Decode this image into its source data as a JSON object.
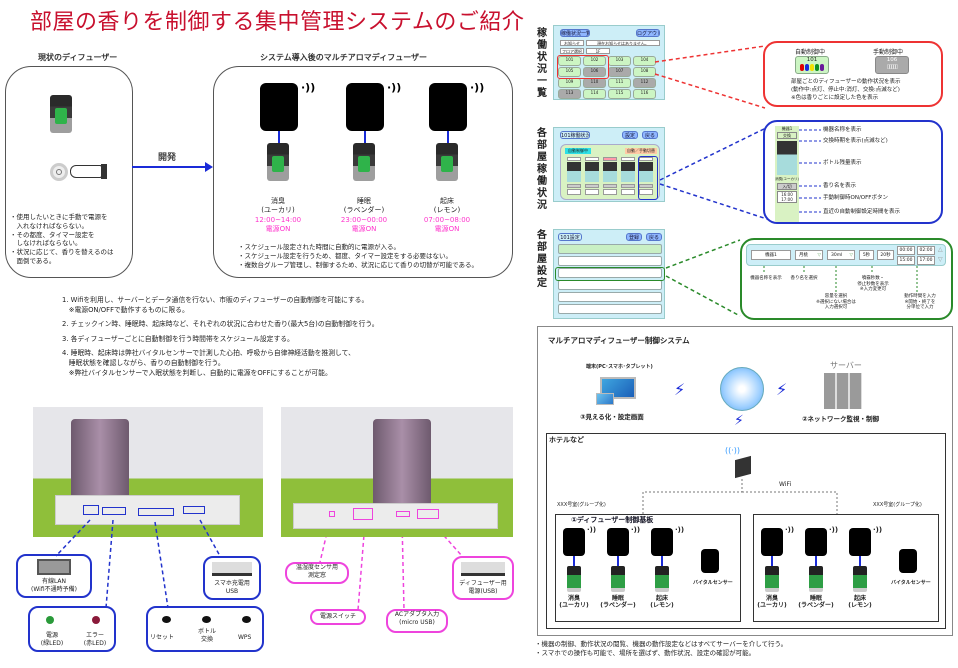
{
  "title": "部屋の香りを制御する集中管理システムのご紹介",
  "current": {
    "heading": "現状のディフューザー",
    "notes": [
      "・使用したいときに手動で電源を",
      "　入れなければならない。",
      "・その都度、タイマー設定を",
      "　しなければならない。",
      "・状況に応じて、香りを替えるのは",
      "　面倒である。"
    ]
  },
  "arrow_label": "開発",
  "after": {
    "heading": "システム導入後のマルチアロマディフューザー",
    "devices": [
      {
        "name": "消臭",
        "scent": "(ユーカリ)",
        "time": "12:00~14:00",
        "power": "電源ON"
      },
      {
        "name": "睡眠",
        "scent": "(ラベンダー)",
        "time": "23:00~00:00",
        "power": "電源ON"
      },
      {
        "name": "起床",
        "scent": "(レモン)",
        "time": "07:00~08:00",
        "power": "電源ON"
      }
    ],
    "notes": [
      "・スケジュール設定された時間に自動的に電源が入る。",
      "・スケジュール設定を行うため、都度、タイマー設定をする必要はない。",
      "・複数台グループ管理し、制御するため、状況に応じて香りの切替が可能である。"
    ]
  },
  "features": [
    {
      "text": "1. Wifiを利用し、サーバーとデータ通信を行ない、市販のディフューザーの自動制御を可能にする。",
      "sub": [
        "　※電源ON/OFFで動作するものに限る。"
      ]
    },
    {
      "text": "2. チェックイン時、睡眠時、起床時など、それぞれの状況に合わせた香り(最大5台)の自動制御を行う。",
      "sub": []
    },
    {
      "text": "3. 各ディフューザーごとに自動制御を行う時間帯をスケジュール設定する。",
      "sub": []
    },
    {
      "text": "4. 睡眠時、起床時は弊社バイタルセンサーで計測した心拍、呼吸から自律神経活動を推測して、",
      "sub": [
        "　睡眠状態を確認しながら、香りの自動制御を行う。",
        "　※弊社バイタルセンサーで入眠状態を判断し、自動的に電源をOFFにすることが可能。"
      ]
    }
  ],
  "photo1_callouts": {
    "lan": [
      "有線LAN",
      "(Wifi不通時予備)"
    ],
    "usb": [
      "スマホ充電用",
      "USB"
    ],
    "led": {
      "power": [
        "電源",
        "(緑LED)"
      ],
      "error": [
        "エラー",
        "(赤LED)"
      ]
    },
    "buttons": [
      "リセット",
      "ボトル\n交換",
      "WPS"
    ]
  },
  "photo2_callouts": {
    "sensor": [
      "温湿度センサ用",
      "測定窓"
    ],
    "switch": "電源スイッチ",
    "ac": [
      "ACアダプタ入力",
      "(micro USB)"
    ],
    "dusb": [
      "ディフューザー用",
      "電源(USB)"
    ]
  },
  "screens": {
    "list": {
      "vtitle": "稼働状況一覧",
      "tab": "稼働状況一覧",
      "logout": "ログアウト",
      "notice_label": "お知らせ",
      "notice": "現在お知らせはありません。",
      "floor_label": "フロア選択",
      "floor": "1F",
      "rooms": [
        {
          "no": "101",
          "state": "auto"
        },
        {
          "no": "102",
          "state": "auto"
        },
        {
          "no": "103",
          "state": "auto"
        },
        {
          "no": "104",
          "state": "auto"
        },
        {
          "no": "105",
          "state": "auto"
        },
        {
          "no": "106",
          "state": "manual"
        },
        {
          "no": "107",
          "state": "manual"
        },
        {
          "no": "108",
          "state": "auto"
        },
        {
          "no": "109",
          "state": "auto"
        },
        {
          "no": "110",
          "state": "manual"
        },
        {
          "no": "111",
          "state": "auto"
        },
        {
          "no": "112",
          "state": "manual"
        },
        {
          "no": "113",
          "state": "manual"
        },
        {
          "no": "114",
          "state": "auto"
        },
        {
          "no": "115",
          "state": "auto"
        },
        {
          "no": "116",
          "state": "auto"
        }
      ]
    },
    "list_expl": {
      "auto_label": "自動制御中",
      "manual_label": "手動制御中",
      "auto_room": "101",
      "manual_room": "106",
      "lines": [
        "部屋ごとのディフューザーの動作状況を表示",
        "(動作中:点灯、停止中:消灯、交換:点滅など)",
        "※色は香りごとに設定した色を表示"
      ],
      "led_colors": [
        "#e00000",
        "#1a2bd8",
        "#f2e000",
        "#109020",
        "#6a1a9a"
      ]
    },
    "status": {
      "vtitle": "各部屋稼働状況",
      "tab": "101稼働状況",
      "btn1": "設定",
      "btn2": "戻る",
      "mode": "自動制御中",
      "mode2": "自動／手動切替"
    },
    "status_expl": [
      "機器名称を表示",
      "交換時期を表示(点滅など)",
      "ボトル残量表示",
      "香り名を表示",
      "手動制御時ON/OFFボタン",
      "直近の自動制御設定時間を表示"
    ],
    "status_sample": {
      "device": "機器1",
      "swap": "交換",
      "scent": "消臭(ユーカリ)",
      "onoff": "入/切",
      "t1": "16:00",
      "t2": "17:00"
    },
    "settings": {
      "vtitle": "各部屋設定",
      "tab": "101設定",
      "btn1": "登録",
      "btn2": "戻る"
    },
    "settings_expl": {
      "fields": [
        "機器1",
        "月桃",
        "30ml",
        "5秒",
        "20秒",
        "00:00",
        "02:00",
        "15:00",
        "17:00"
      ],
      "notes": [
        "機器名称を表示",
        "香り名を選択",
        "容量を選択\n※選択にない場合は\n入力選択可",
        "噴霧秒数・\n停止秒数を表示\n※入力変更可",
        "動作時間を入力\n※開始・終了を\n分単位で入力"
      ]
    }
  },
  "system": {
    "title": "マルチアロマディフューザー制御システム",
    "terminal": "端末(PC･スマホ･タブレット)",
    "view": "③見える化・設定画面",
    "server": "サーバー",
    "net": "②ネットワーク監視・制御",
    "hotel": "ホテルなど",
    "wifi": "WiFi",
    "group_label": "XXX号室(グループ化)",
    "board": "①ディフューザー制御基板",
    "vital": "バイタルセンサー",
    "devices": [
      {
        "name": "消臭",
        "scent": "(ユーカリ)"
      },
      {
        "name": "睡眠",
        "scent": "(ラベンダー)"
      },
      {
        "name": "起床",
        "scent": "(レモン)"
      }
    ],
    "notes": [
      "・機器の制御、動作状況の閲覧、機器の動作設定などはすべてサーバーを介して行う。",
      "・スマホでの操作も可能で、場所を選ばず、動作状況、設定の確認が可能。"
    ]
  }
}
